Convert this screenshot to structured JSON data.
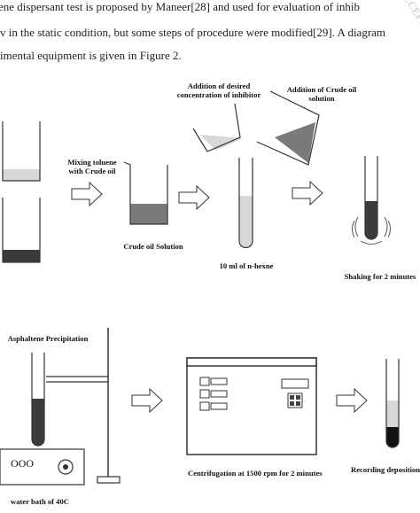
{
  "page": {
    "text_lines": [
      "ene dispersant test is proposed by Maneer[28] and used for evaluation of inhib",
      "v in the static condition, but some steps of procedure were modified[29]. A diagram",
      "imental equipment is given in Figure 2."
    ]
  },
  "diagram": {
    "labels": {
      "mixing": "Mixing toluene\nwith Crude oil",
      "addition_inhibitor": "Addition of desired\nconcentration of inhibitor",
      "addition_crude": "Addition of Crude oil\nsolution",
      "crude_solution": "Crude oil Solution",
      "hexane": "10 ml of n-hexne",
      "shaking": "Shaking for 2 minutes",
      "precipitation": "Asphaltene Precipitation",
      "centrifugation": "Centrifugation at 1500 rpm for 2 minutes",
      "recording": "Recording deposition",
      "water_bath": "water bath of 40C"
    },
    "bath_display": "OOO",
    "watermark": "ACCEPTED MANUSCRIPT"
  },
  "colors": {
    "light_liquid": "#d8d8d8",
    "medium_liquid": "#7a7a7a",
    "dark_liquid": "#3b3b3b",
    "black_deposit": "#111111",
    "outline": "#333333"
  }
}
